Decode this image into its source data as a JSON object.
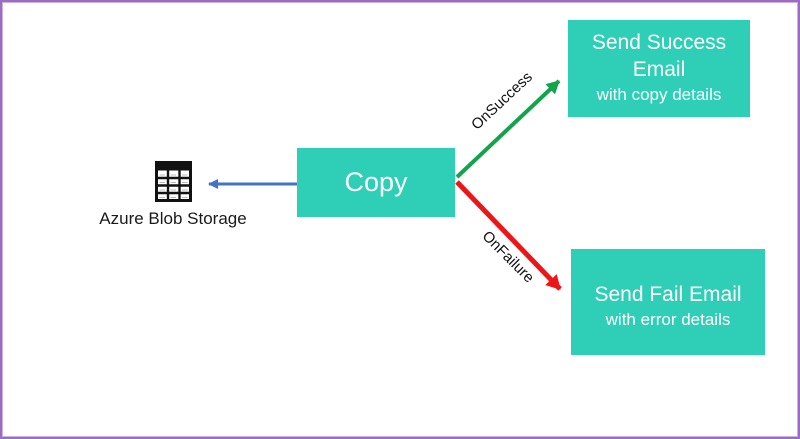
{
  "diagram": {
    "source": {
      "icon": "table-icon",
      "label": "Azure Blob Storage"
    },
    "copy_activity": {
      "label": "Copy"
    },
    "success_activity": {
      "title_line1": "Send Success",
      "title_line2": "Email",
      "subtitle": "with copy details"
    },
    "fail_activity": {
      "title": "Send Fail Email",
      "subtitle": "with error details"
    },
    "edges": {
      "success_label": "OnSuccess",
      "failure_label": "OnFailure"
    },
    "colors": {
      "activity_fill": "#2ecfb6",
      "activity_text": "#ffffff",
      "success_arrow": "#13a44b",
      "failure_arrow": "#ee1518",
      "dataset_arrow": "#4472c4",
      "page_border": "#9c6cc3",
      "label_text": "#111111"
    }
  }
}
